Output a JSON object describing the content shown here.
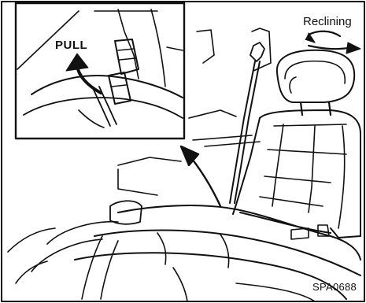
{
  "labels": {
    "pull": "PULL",
    "reclining": "Reclining",
    "figure_code": "SPA0688"
  },
  "colors": {
    "ink": "#111111",
    "paper": "#ffffff"
  }
}
